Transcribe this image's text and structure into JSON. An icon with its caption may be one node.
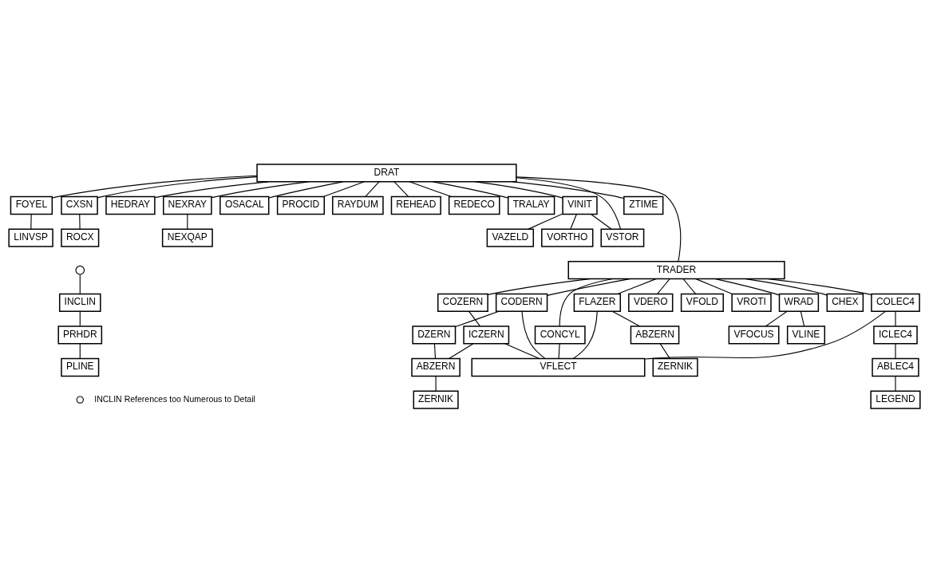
{
  "diagram": {
    "nodes": [
      {
        "text": [
          "DRAT"
        ]
      },
      {
        "text": [
          "FOYEL"
        ]
      },
      {
        "text": [
          "LINVSP"
        ]
      },
      {
        "text": [
          "CXSN"
        ]
      },
      {
        "text": [
          "ROCX"
        ]
      },
      {
        "text": [
          "HEDRAY"
        ]
      },
      {
        "text": [
          "NEXRAY"
        ]
      },
      {
        "text": [
          "NEXQAP"
        ]
      },
      {
        "text": [
          "OSACAL"
        ]
      },
      {
        "text": [
          "PROCID"
        ]
      },
      {
        "text": [
          "RAYDUM"
        ]
      },
      {
        "text": [
          "REHEAD"
        ]
      },
      {
        "text": [
          "REDECO"
        ]
      },
      {
        "text": [
          "TRALAY"
        ]
      },
      {
        "text": [
          "VINIT"
        ]
      },
      {
        "text": [
          "ZTIME"
        ]
      },
      {
        "text": [
          "VAZELD"
        ]
      },
      {
        "text": [
          "VSTOR"
        ]
      },
      {
        "text": [
          "VORTHO"
        ]
      },
      {
        "text": [
          "TRADER"
        ]
      },
      {
        "text": [
          "CHEX"
        ]
      },
      {
        "text": [
          "CONCYL"
        ]
      },
      {
        "text": [
          "COZERN"
        ]
      },
      {
        "text": [
          "FLAZER"
        ]
      },
      {
        "text": [
          "COLEC4"
        ]
      },
      {
        "text": [
          "CODERN"
        ]
      },
      {
        "text": [
          "ABZERN"
        ]
      },
      {
        "text": [
          "VDERO"
        ]
      },
      {
        "text": [
          "ICZERN"
        ]
      },
      {
        "text": [
          "VFOLD"
        ]
      },
      {
        "text": [
          "ICLEC4"
        ]
      },
      {
        "text": [
          "ZERNIK"
        ]
      },
      {
        "text": [
          "VROTI"
        ]
      },
      {
        "text": [
          "DZERN"
        ]
      },
      {
        "text": [
          "ABLEC4"
        ]
      },
      {
        "text": [
          "ABZERN"
        ]
      },
      {
        "text": [
          "WRAD"
        ]
      },
      {
        "text": [
          "LEGEND"
        ]
      },
      {
        "text": [
          "ZERNIK"
        ]
      },
      {
        "text": [
          "VFOCUS"
        ]
      },
      {
        "text": [
          "VFLECT"
        ]
      },
      {
        "text": [
          "VLINE"
        ]
      },
      {
        "text": [],
        "shape": "circle"
      },
      {
        "text": [
          "INCLIN"
        ]
      },
      {
        "text": [
          "PRHDR"
        ]
      },
      {
        "text": [
          "PLINE"
        ]
      }
    ],
    "edges": [
      {
        "from": 0,
        "to": 1,
        "arrow": "none"
      },
      {
        "from": 1,
        "to": 2,
        "arrow": "none"
      },
      {
        "from": 0,
        "to": 3,
        "arrow": "none"
      },
      {
        "from": 3,
        "to": 4,
        "arrow": "none"
      },
      {
        "from": 0,
        "to": 5,
        "arrow": "none"
      },
      {
        "from": 0,
        "to": 6,
        "arrow": "none"
      },
      {
        "from": 6,
        "to": 7,
        "arrow": "none"
      },
      {
        "from": 0,
        "to": 8,
        "arrow": "none"
      },
      {
        "from": 0,
        "to": 9,
        "arrow": "none"
      },
      {
        "from": 0,
        "to": 10,
        "arrow": "none"
      },
      {
        "from": 0,
        "to": 12,
        "arrow": "none"
      },
      {
        "from": 0,
        "to": 11,
        "arrow": "none"
      },
      {
        "from": 0,
        "to": 19,
        "arrow": "none"
      },
      {
        "from": 0,
        "to": 13,
        "arrow": "none"
      },
      {
        "from": 0,
        "to": 14,
        "arrow": "none"
      },
      {
        "from": 14,
        "to": 16,
        "arrow": "none"
      },
      {
        "from": 14,
        "to": 18,
        "arrow": "none"
      },
      {
        "from": 14,
        "to": 17,
        "arrow": "none"
      },
      {
        "from": 0,
        "to": 17,
        "arrow": "none"
      },
      {
        "from": 0,
        "to": 15,
        "arrow": "none"
      },
      {
        "from": 19,
        "to": 20,
        "arrow": "none"
      },
      {
        "from": 19,
        "to": 24,
        "arrow": "none"
      },
      {
        "from": 24,
        "to": 30,
        "arrow": "none"
      },
      {
        "from": 30,
        "to": 34,
        "arrow": "none"
      },
      {
        "from": 34,
        "to": 37,
        "arrow": "none"
      },
      {
        "from": 24,
        "to": 40,
        "arrow": "none"
      },
      {
        "from": 19,
        "to": 21,
        "arrow": "none"
      },
      {
        "from": 21,
        "to": 40,
        "arrow": "none"
      },
      {
        "from": 19,
        "to": 25,
        "arrow": "none"
      },
      {
        "from": 25,
        "to": 40,
        "arrow": "none"
      },
      {
        "from": 25,
        "to": 33,
        "arrow": "none"
      },
      {
        "from": 33,
        "to": 35,
        "arrow": "none"
      },
      {
        "from": 35,
        "to": 38,
        "arrow": "none"
      },
      {
        "from": 19,
        "to": 22,
        "arrow": "none"
      },
      {
        "from": 22,
        "to": 28,
        "arrow": "none"
      },
      {
        "from": 28,
        "to": 35,
        "arrow": "none"
      },
      {
        "from": 28,
        "to": 40,
        "arrow": "none"
      },
      {
        "from": 19,
        "to": 23,
        "arrow": "none"
      },
      {
        "from": 23,
        "to": 26,
        "arrow": "none"
      },
      {
        "from": 26,
        "to": 31,
        "arrow": "none"
      },
      {
        "from": 23,
        "to": 40,
        "arrow": "none"
      },
      {
        "from": 19,
        "to": 29,
        "arrow": "none"
      },
      {
        "from": 19,
        "to": 27,
        "arrow": "none"
      },
      {
        "from": 19,
        "to": 32,
        "arrow": "none"
      },
      {
        "from": 19,
        "to": 36,
        "arrow": "none"
      },
      {
        "from": 36,
        "to": 39,
        "arrow": "none"
      },
      {
        "from": 36,
        "to": 41,
        "arrow": "none"
      },
      {
        "from": 42,
        "to": 43,
        "arrow": "none"
      },
      {
        "from": 43,
        "to": 44,
        "arrow": "none"
      },
      {
        "from": 44,
        "to": 45,
        "arrow": "none"
      }
    ],
    "legend": [
      {
        "text": "INCLIN References too Numerous to Detail"
      }
    ]
  }
}
